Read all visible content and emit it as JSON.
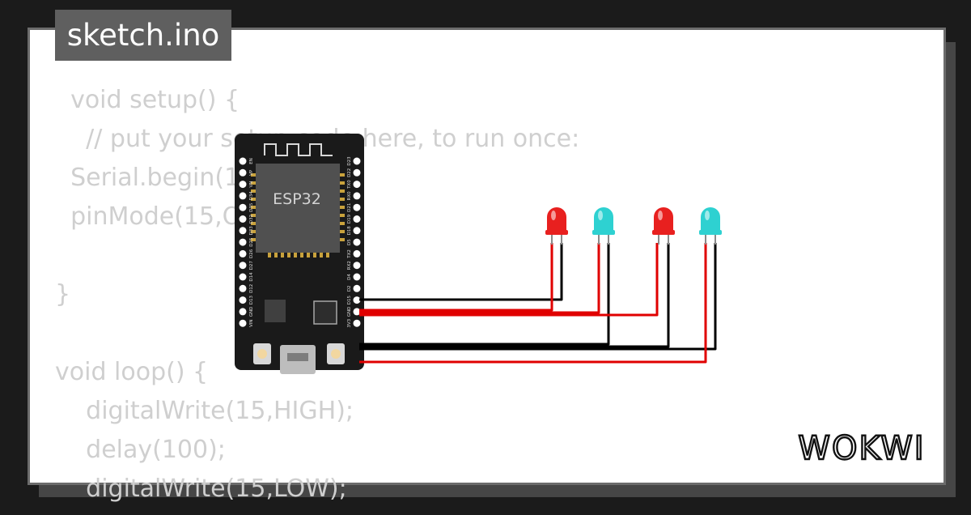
{
  "title": "sketch.ino",
  "code_lines": [
    "  void setup() {",
    "    // put your setup code here, to run once:",
    "  Serial.begin(1",
    "  pinMode(15,O",
    "",
    "}",
    "",
    "void loop() {",
    "    digitalWrite(15,HIGH);",
    "    delay(100);",
    "    digitalWrite(15,LOW);"
  ],
  "board": {
    "chip_label": "ESP32",
    "left_pins": [
      "EN",
      "VP",
      "VN",
      "D34",
      "D35",
      "D32",
      "D33",
      "D25",
      "D26",
      "D27",
      "D14",
      "D12",
      "D13",
      "GND",
      "VIN"
    ],
    "right_pins": [
      "D23",
      "D22",
      "TX0",
      "RX0",
      "D21",
      "D19",
      "D18",
      "D5",
      "TX2",
      "RX2",
      "D4",
      "D2",
      "D15",
      "GND",
      "3V3"
    ]
  },
  "leds": [
    {
      "color": "red",
      "fill": "#e8201f"
    },
    {
      "color": "cyan",
      "fill": "#2ed1d1"
    },
    {
      "color": "red",
      "fill": "#e8201f"
    },
    {
      "color": "cyan",
      "fill": "#2ed1d1"
    }
  ],
  "wire_colors": {
    "signal": "#e00000",
    "ground": "#000000"
  },
  "brand": "WOKWI",
  "colors": {
    "background": "#1b1b1b",
    "card": "#ffffff",
    "code_text": "#cfcfcf",
    "title_tab": "#5f5f5f"
  }
}
